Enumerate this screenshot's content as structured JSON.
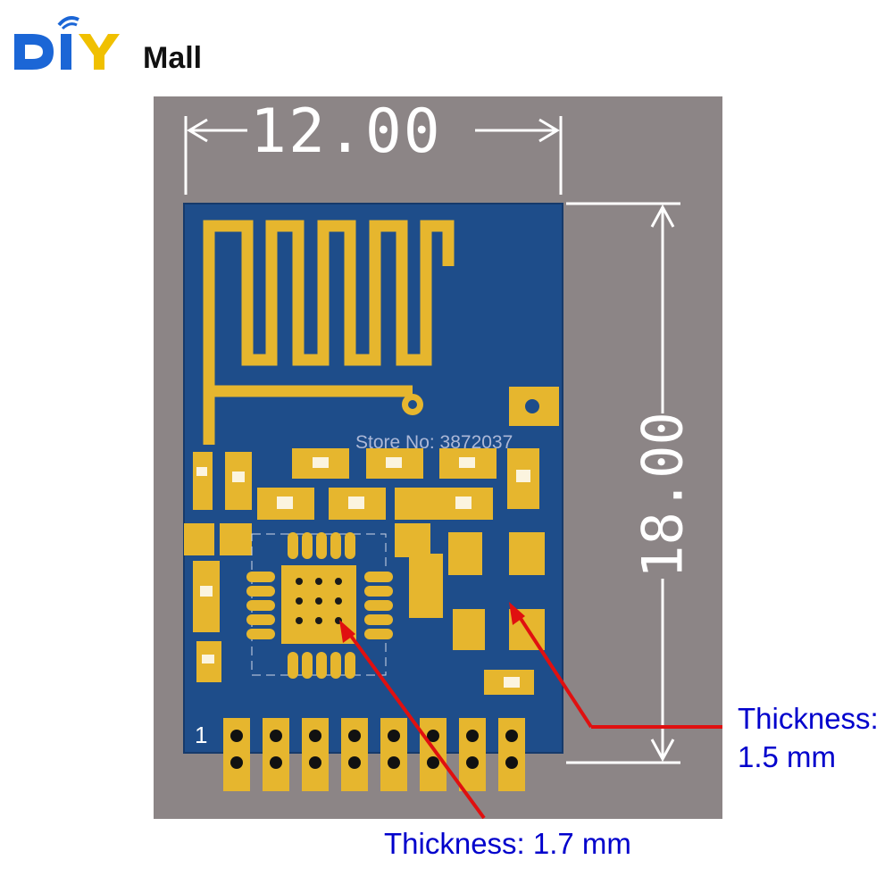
{
  "logo": {
    "brand_main": "DIY",
    "brand_suffix": "Mall",
    "colors": [
      "#1b66d6",
      "#f0c000"
    ]
  },
  "dimensions": {
    "width_label": "12.00",
    "height_label": "18.00"
  },
  "board": {
    "pin_one_marker": "1",
    "pin_count": 8,
    "watermark": "Store No: 3872037",
    "pcb_color": "#1e4d8a",
    "copper_color": "#e6b62e",
    "background_color": "#8c8586"
  },
  "annotations": {
    "right_label_line1": "Thickness:",
    "right_label_line2": "1.5 mm",
    "bottom_label": "Thickness: 1.7 mm",
    "arrow_color": "#e01010",
    "text_color": "#0000cc"
  }
}
